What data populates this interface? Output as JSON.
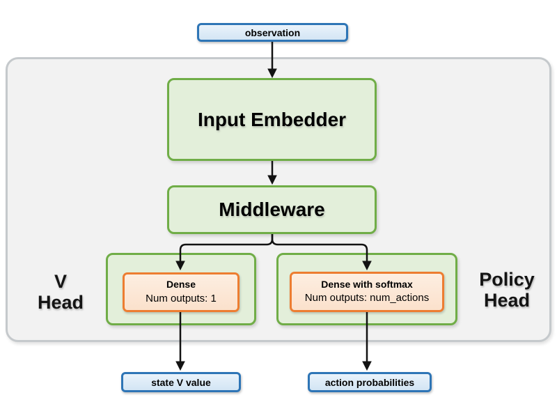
{
  "diagram": {
    "title_none": "",
    "nodes": {
      "observation": "observation",
      "input_embedder": "Input Embedder",
      "middleware": "Middleware",
      "v_dense_title": "Dense",
      "v_dense_outputs": "Num outputs: 1",
      "policy_dense_title": "Dense with softmax",
      "policy_dense_outputs": "Num outputs: num_actions",
      "state_v_value": "state V value",
      "action_probabilities": "action probabilities"
    },
    "labels": {
      "v_head_line1": "V",
      "v_head_line2": "Head",
      "policy_head_line1": "Policy",
      "policy_head_line2": "Head"
    },
    "colors": {
      "io_border": "#2e75b6",
      "io_fill": "#dbe8f6",
      "green_border": "#70ad47",
      "green_fill": "#e3efda",
      "orange_border": "#ed7d31",
      "orange_fill": "#fbe5d6",
      "panel_fill": "#f2f2f2",
      "panel_border": "#c5c9cc",
      "arrow": "#121212",
      "text": "#000000"
    }
  }
}
